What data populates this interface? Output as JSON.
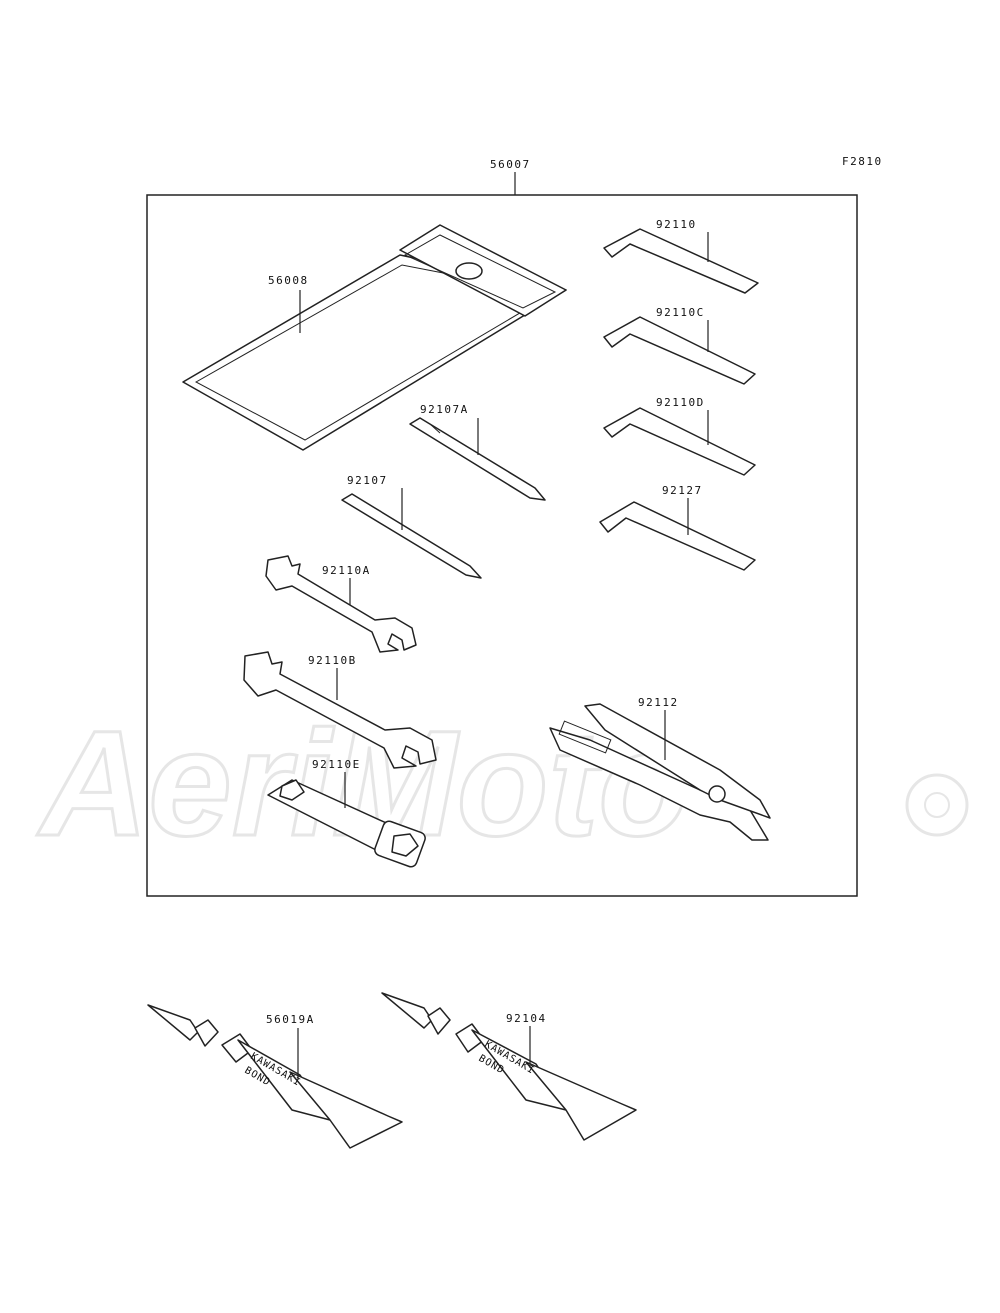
{
  "figure_code": "F2810",
  "watermark": "AeriMoto",
  "labels": {
    "kit": "56007",
    "bag": "56008",
    "hex_1": "92110",
    "hex_2": "92110C",
    "hex_3": "92110D",
    "hex_4": "92127",
    "screwdriver_a": "92107A",
    "screwdriver": "92107",
    "wrench_a": "92110A",
    "wrench_b": "92110B",
    "plug_wrench": "92110E",
    "pliers": "92112",
    "bond_1": "56019A",
    "bond_2": "92104"
  },
  "tube_text": {
    "line1": "KAWASAKI",
    "line2": "BOND"
  }
}
